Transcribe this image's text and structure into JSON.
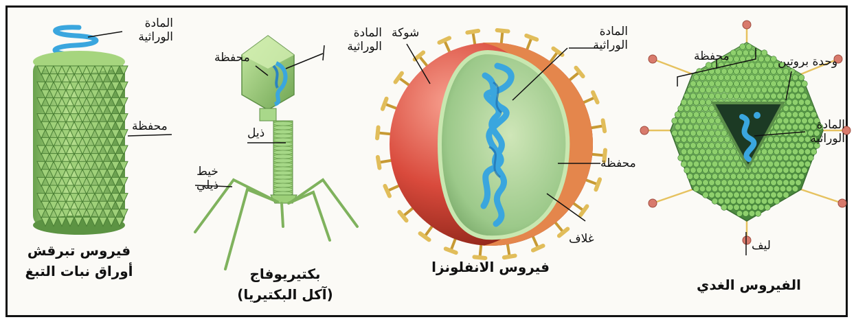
{
  "tobacco": {
    "caption_line1": "فيروس تبرقش",
    "caption_line2": "أوراق نبات التبغ",
    "label_genetic_1": "المادة",
    "label_genetic_2": "الوراثية",
    "label_capsid": "محفظة"
  },
  "phage": {
    "caption_line1": "بكتيريوفاج",
    "caption_line2": "(آكل البكتيريا)",
    "label_capsid": "محفظة",
    "label_genetic_1": "المادة",
    "label_genetic_2": "الوراثية",
    "label_tail": "ذيل",
    "label_fiber_1": "خيط",
    "label_fiber_2": "ذيلي"
  },
  "influenza": {
    "caption": "فيروس الانفلونزا",
    "label_spike": "شوكة",
    "label_genetic_1": "المادة",
    "label_genetic_2": "الوراثية",
    "label_capsid": "محفظة",
    "label_envelope": "غلاف"
  },
  "adeno": {
    "caption": "الفيروس الغدي",
    "label_capsid": "محفظة",
    "label_protein_unit": "وحدة بروتين",
    "label_genetic_1": "المادة",
    "label_genetic_2": "الوراثية",
    "label_fiber": "ليف"
  },
  "colors": {
    "capsid_green": "#8fc66a",
    "genetic_blue": "#3aa6de",
    "envelope_red": "#d94a3c",
    "spike_gold": "#d8b24a"
  }
}
